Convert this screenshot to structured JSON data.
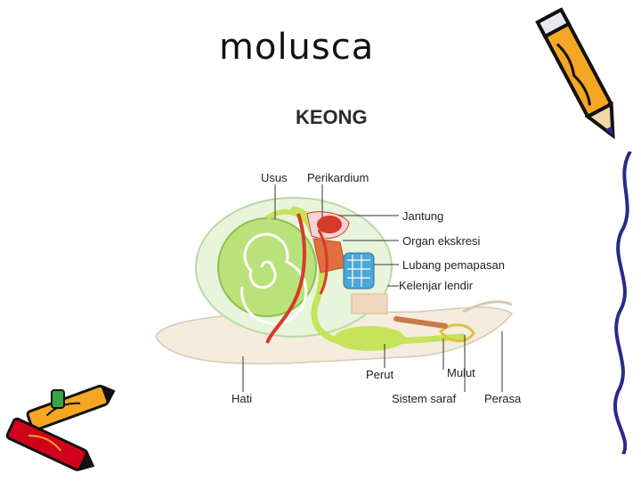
{
  "slide": {
    "title": "molusca"
  },
  "diagram": {
    "title": "KEONG",
    "labels": {
      "usus": "Usus",
      "perikardium": "Perikardium",
      "jantung": "Jantung",
      "organ_ekskresi": "Organ ekskresi",
      "lubang_pemapasan": "Lubang pemapasan",
      "kelenjar_lendir": "Kelenjar lendir",
      "perut": "Perut",
      "mulut": "Mulut",
      "hati": "Hati",
      "sistem_saraf": "Sistem saraf",
      "perasa": "Perasa"
    }
  },
  "colors": {
    "shell_green": "#b9e27a",
    "gut_green": "#c6e35b",
    "vessel_red": "#d63a2a",
    "gill_blue": "#4aa7d9",
    "body_cream": "#f5ecde",
    "pencil_yellow": "#f5a623",
    "crayon_red": "#d0021b"
  },
  "decorations": {
    "top_right": "pencil-icon",
    "bottom_left": "crayons-icon",
    "right_edge": "wavy-line"
  }
}
